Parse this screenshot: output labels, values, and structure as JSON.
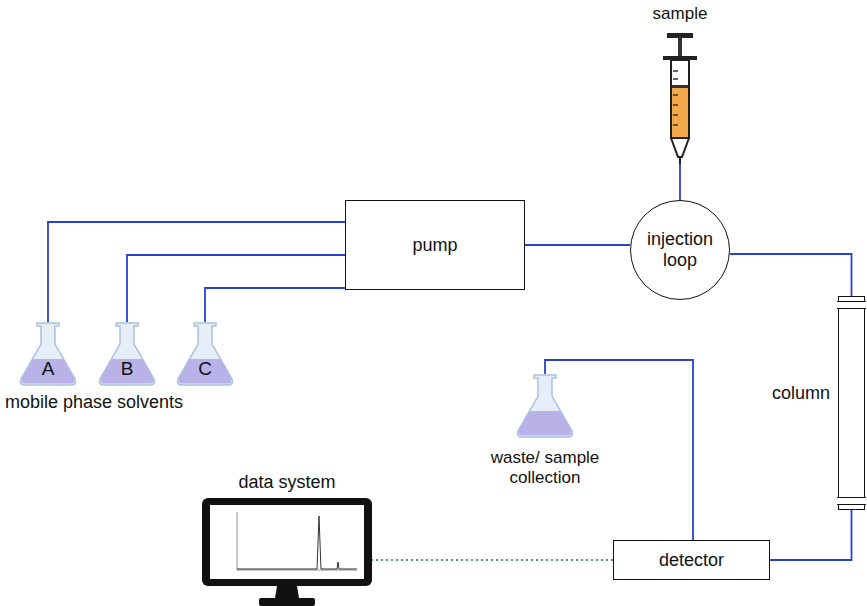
{
  "diagram": {
    "nodes": [
      {
        "text": [
          "sample"
        ]
      },
      {
        "text": [
          "pump"
        ]
      },
      {
        "text": [
          "injection loop"
        ]
      },
      {
        "text": [
          "A"
        ]
      },
      {
        "text": [
          "B"
        ]
      },
      {
        "text": [
          "C"
        ]
      },
      {
        "text": [
          "waste/ sample collection"
        ]
      },
      {
        "text": [
          "column"
        ]
      },
      {
        "text": [
          "data system"
        ]
      },
      {
        "text": [
          "detector"
        ]
      }
    ],
    "edges": [
      {
        "from": 3,
        "to": 1,
        "arrow": "none"
      },
      {
        "from": 4,
        "to": 1,
        "arrow": "none"
      },
      {
        "from": 5,
        "to": 1,
        "arrow": "none"
      },
      {
        "from": 1,
        "to": 2,
        "arrow": "none"
      },
      {
        "from": 0,
        "to": 2,
        "arrow": "none"
      },
      {
        "from": 2,
        "to": 7,
        "arrow": "none"
      },
      {
        "from": 7,
        "to": 9,
        "arrow": "none"
      },
      {
        "from": 9,
        "to": 6,
        "arrow": "none"
      },
      {
        "from": 9,
        "to": 8,
        "arrow": "none"
      }
    ],
    "labels": [
      "mobile phase solvents"
    ]
  }
}
